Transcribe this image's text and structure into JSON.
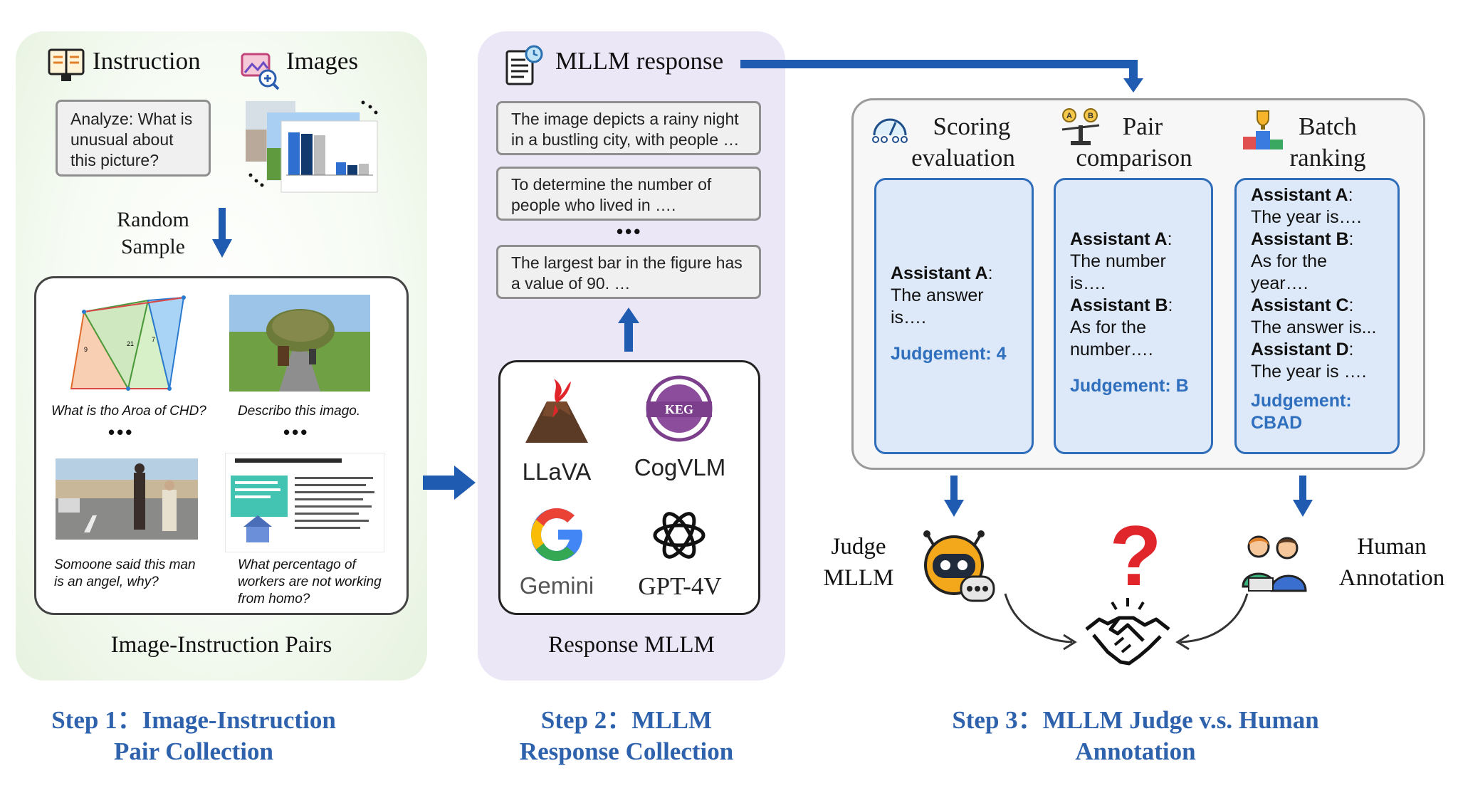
{
  "step1": {
    "instruction_label": "Instruction",
    "images_label": "Images",
    "instruction_text": "Analyze: What is unusual about this picture?",
    "random_sample_line1": "Random",
    "random_sample_line2": "Sample",
    "pairs": [
      {
        "caption": "What is tho Aroa of CHD?",
        "image": "geometry-diagram"
      },
      {
        "caption": "Describo this imago.",
        "image": "hay-cart-photo"
      },
      {
        "caption": "Somoone said this man is an angel, why?",
        "image": "street-photo"
      },
      {
        "caption": "What percentago of workers are not working from homo?",
        "image": "infographic"
      }
    ],
    "caption": "Image-Instruction Pairs",
    "step_line1": "Step 1：Image-Instruction",
    "step_line2": "Pair Collection"
  },
  "step2": {
    "title": "MLLM response",
    "responses": [
      "The image depicts a rainy night in a bustling city, with people …",
      "To determine the number of people who lived in ….",
      "The largest bar in the figure has a value of 90. …"
    ],
    "models": [
      "LLaVA",
      "CogVLM",
      "Gemini",
      "GPT-4V"
    ],
    "cogvlm_badge": "KEG",
    "caption": "Response MLLM",
    "step_line1": "Step 2：MLLM",
    "step_line2": "Response Collection"
  },
  "step3": {
    "modes": [
      {
        "line1": "Scoring",
        "line2": "evaluation",
        "icon": "gauge-icon"
      },
      {
        "line1": "Pair",
        "line2": "comparison",
        "icon": "balance-scale-icon"
      },
      {
        "line1": "Batch",
        "line2": "ranking",
        "icon": "podium-icon"
      }
    ],
    "scoring_card": {
      "assistant": "Assistant A",
      "text1": "The answer",
      "text2": "is….",
      "judgement": "Judgement: 4"
    },
    "pair_card": {
      "a_label": "Assistant A",
      "a_text1": "The number",
      "a_text2": "is….",
      "b_label": "Assistant B",
      "b_text1": "As for the",
      "b_text2": "number….",
      "judgement": "Judgement: B"
    },
    "batch_card": {
      "a_label": "Assistant A",
      "a_text": "The year is….",
      "b_label": "Assistant B",
      "b_text1": "As for the",
      "b_text2": "year….",
      "c_label": "Assistant C",
      "c_text": "The answer is...",
      "d_label": "Assistant D",
      "d_text": "The year is ….",
      "judgement1": "Judgement:",
      "judgement2": "CBAD"
    },
    "judge_label1": "Judge",
    "judge_label2": "MLLM",
    "human_label1": "Human",
    "human_label2": "Annotation",
    "question_mark": "?",
    "step_line1": "Step 3：MLLM Judge v.s. Human",
    "step_line2": "Annotation"
  },
  "colors": {
    "step_blue": "#2f62ad",
    "arrow_blue": "#1f5bb0",
    "card_fill": "#dde9f8",
    "judgement_blue": "#2f6fbe",
    "question_red": "#e0262b"
  }
}
